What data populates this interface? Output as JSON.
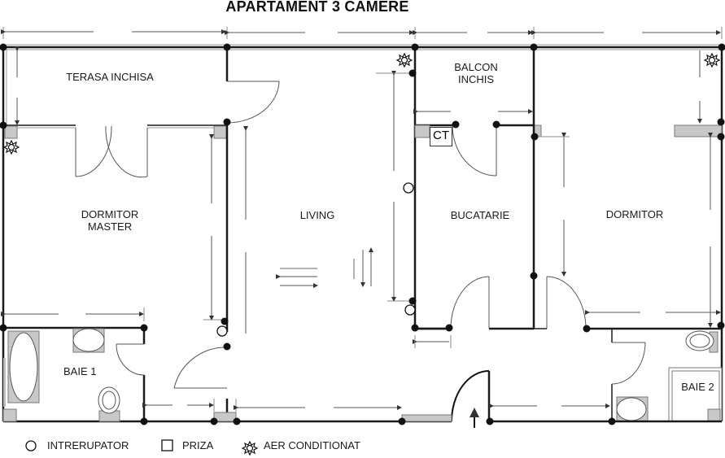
{
  "title": "APARTAMENT 3 CAMERE",
  "rooms": {
    "terasa": "TERASA INCHISA",
    "dormitor_master": "DORMITOR\nMASTER",
    "living": "LIVING",
    "balcon": "BALCON\nINCHIS",
    "bucatarie": "BUCATARIE",
    "dormitor": "DORMITOR",
    "baie1": "BAIE 1",
    "baie2": "BAIE 2"
  },
  "fixtures": {
    "ct": "CT"
  },
  "legend": {
    "switch": {
      "icon": "circle-outline-icon",
      "label": "INTRERUPATOR"
    },
    "socket": {
      "icon": "square-outline-icon",
      "label": "PRIZA"
    },
    "ac": {
      "icon": "star-burst-icon",
      "label": "AER CONDITIONAT"
    }
  },
  "colors": {
    "wall": "#1a1a1a",
    "fixture_fill": "#c8c8c8",
    "dimension": "#555555"
  }
}
